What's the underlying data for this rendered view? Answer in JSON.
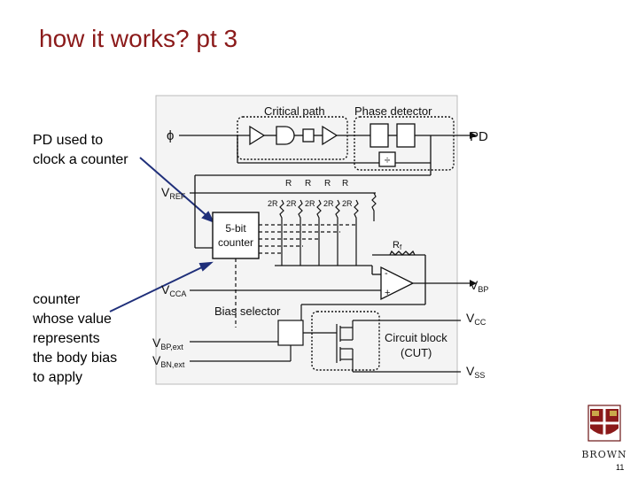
{
  "slide": {
    "title": "how it works? pt 3",
    "number": "11"
  },
  "annotations": {
    "pd_note": "PD used to\nclock a counter",
    "counter_note": "counter\nwhose value\nrepresents\nthe body bias\nto apply"
  },
  "diagram": {
    "critical_path": "Critical path",
    "phase_detector": "Phase detector",
    "phi": "ϕ",
    "pd_out": "PD",
    "divider": "÷",
    "vref": "V",
    "vref_sub": "REF",
    "r_labels": [
      "R",
      "R",
      "R",
      "R"
    ],
    "two_r_labels": [
      "2R",
      "2R",
      "2R",
      "2R",
      "2R"
    ],
    "counter_line1": "5-bit",
    "counter_line2": "counter",
    "rf": "R",
    "rf_sub": "f",
    "minus": "-",
    "plus": "+",
    "vcca": "V",
    "vcca_sub": "CCA",
    "vbp": "V",
    "vbp_sub": "BP",
    "bias_selector": "Bias selector",
    "vcc": "V",
    "vcc_sub": "CC",
    "vbp_ext": "V",
    "vbp_ext_sub": "BP,ext",
    "vbn_ext": "V",
    "vbn_ext_sub": "BN,ext",
    "circuit_block_line1": "Circuit block",
    "circuit_block_line2": "(CUT)",
    "vss": "V",
    "vss_sub": "SS"
  },
  "logo": {
    "name": "BROWN",
    "shield_color": "#8b1a1a"
  }
}
